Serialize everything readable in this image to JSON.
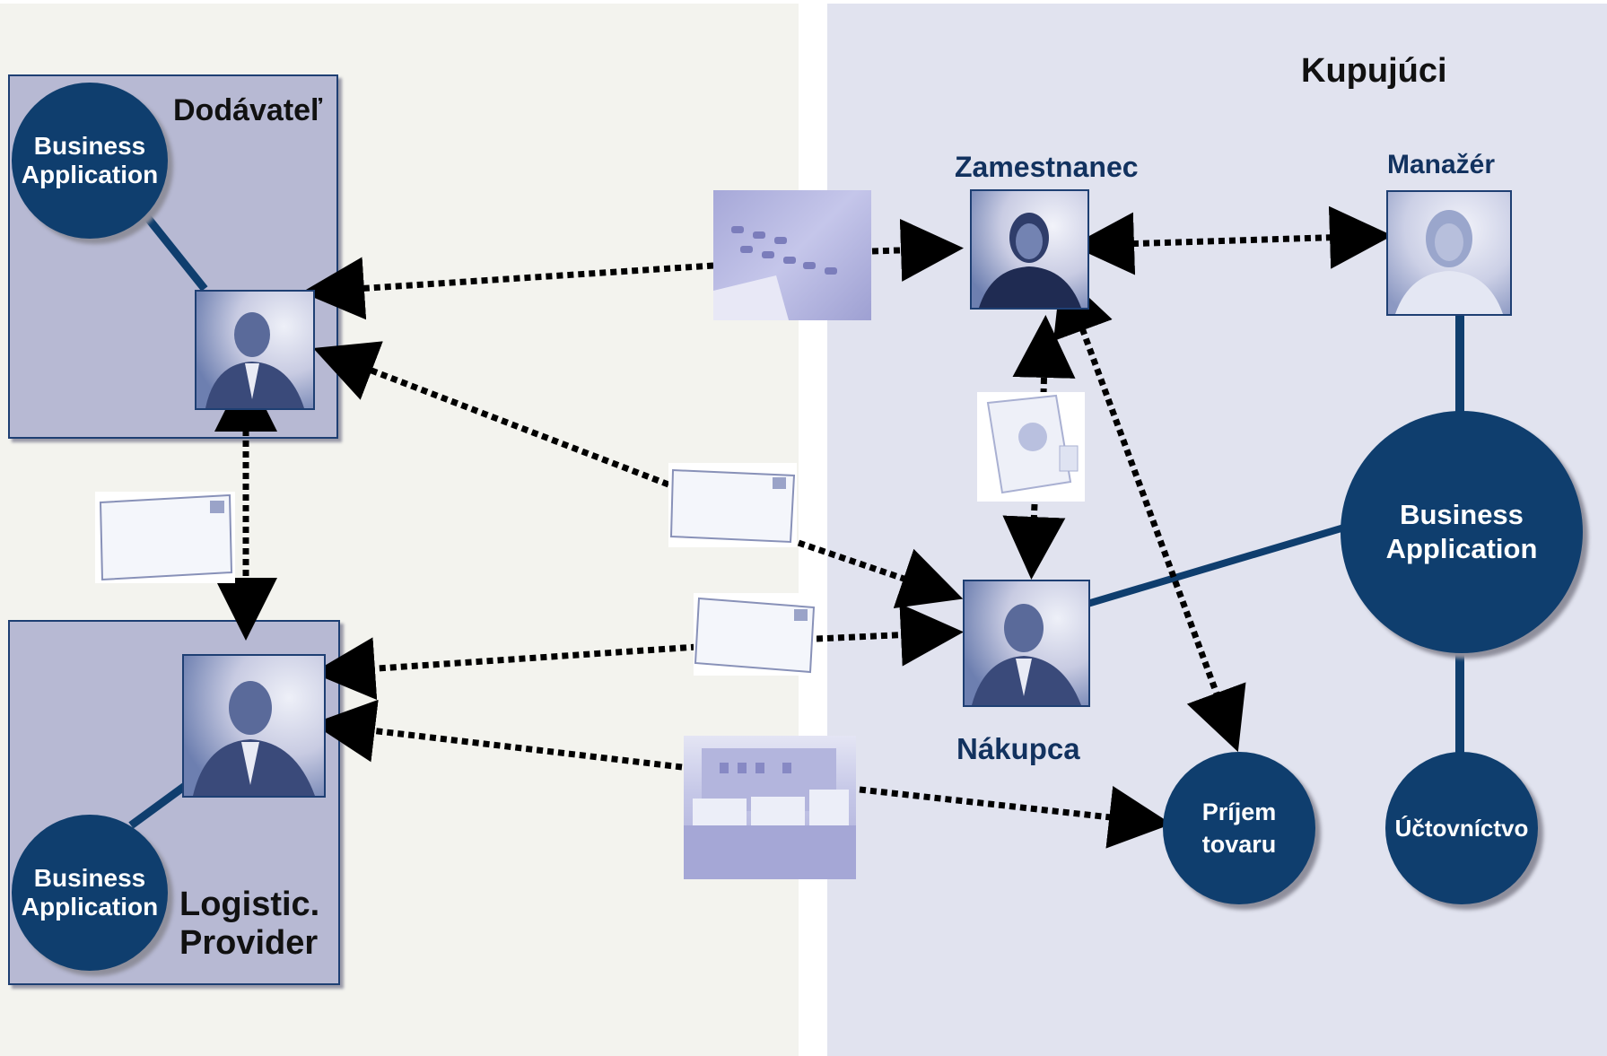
{
  "left_org": {
    "supplier_title": "Dodávateľ",
    "logistics_title_line1": "Logistic.",
    "logistics_title_line2": "Provider",
    "app_label_line1": "Business",
    "app_label_line2": "Application"
  },
  "buyer_org": {
    "title": "Kupujúci",
    "employee_label": "Zamestnanec",
    "manager_label": "Manažér",
    "purchaser_label": "Nákupca",
    "app_label_line1": "Business",
    "app_label_line2": "Application",
    "goods_receipt_line1": "Príjem",
    "goods_receipt_line2": "tovaru",
    "accounting_label": "Účtovníctvo"
  },
  "colors": {
    "left_bg": "#f3f3ee",
    "right_bg": "#e1e3ef",
    "box_fill": "#b7b9d3",
    "navy": "#0f3e6e",
    "text_navy": "#12325f"
  }
}
